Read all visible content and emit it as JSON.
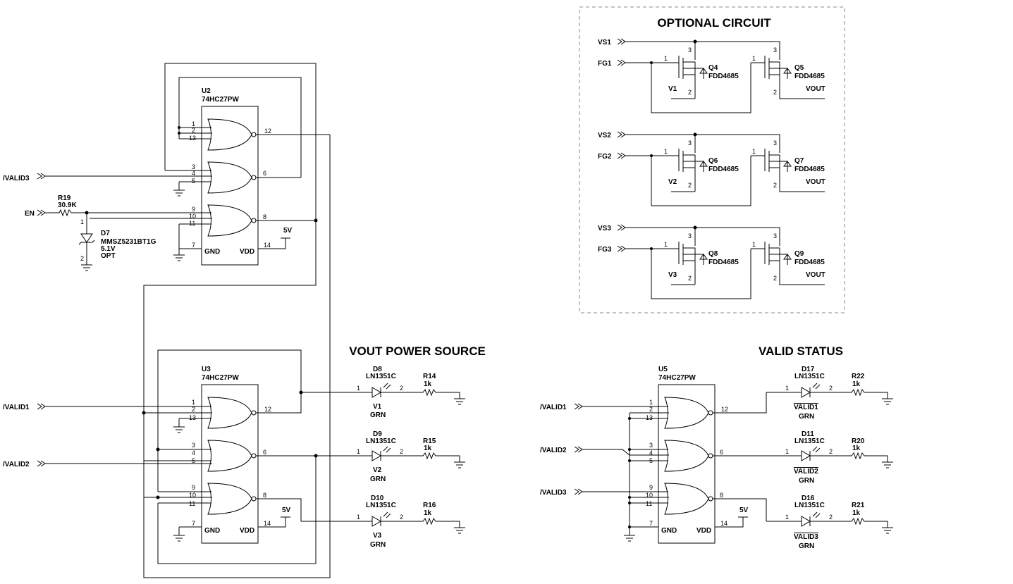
{
  "titles": {
    "optional": "OPTIONAL CIRCUIT",
    "vout": "VOUT POWER SOURCE",
    "valid": "VALID STATUS"
  },
  "ics": {
    "u2": {
      "ref": "U2",
      "part": "74HC27PW",
      "gnd": "GND",
      "vdd": "VDD"
    },
    "u3": {
      "ref": "U3",
      "part": "74HC27PW",
      "gnd": "GND",
      "vdd": "VDD"
    },
    "u5": {
      "ref": "U5",
      "part": "74HC27PW",
      "gnd": "GND",
      "vdd": "VDD"
    }
  },
  "pins": {
    "p1": "1",
    "p2": "2",
    "p3": "3",
    "p4": "4",
    "p5": "5",
    "p6": "6",
    "p7": "7",
    "p8": "8",
    "p9": "9",
    "p10": "10",
    "p11": "11",
    "p12": "12",
    "p13": "13",
    "p14": "14"
  },
  "nets": {
    "valid1": "/VALID1",
    "valid2": "/VALID2",
    "valid3": "/VALID3",
    "en": "EN",
    "v5": "5V",
    "vout": "VOUT",
    "vs1": "VS1",
    "vs2": "VS2",
    "vs3": "VS3",
    "fg1": "FG1",
    "fg2": "FG2",
    "fg3": "FG3",
    "v1": "V1",
    "v2": "V2",
    "v3": "V3"
  },
  "parts": {
    "r19": {
      "ref": "R19",
      "value": "30.9K"
    },
    "d7": {
      "ref": "D7",
      "part": "MMSZ5231BT1G",
      "voltage": "5.1V",
      "note": "OPT"
    },
    "q4": {
      "ref": "Q4",
      "part": "FDD4685"
    },
    "q5": {
      "ref": "Q5",
      "part": "FDD4685"
    },
    "q6": {
      "ref": "Q6",
      "part": "FDD4685"
    },
    "q7": {
      "ref": "Q7",
      "part": "FDD4685"
    },
    "q8": {
      "ref": "Q8",
      "part": "FDD4685"
    },
    "q9": {
      "ref": "Q9",
      "part": "FDD4685"
    },
    "d8": {
      "ref": "D8",
      "part": "LN1351C",
      "net": "V1",
      "color": "GRN"
    },
    "d9": {
      "ref": "D9",
      "part": "LN1351C",
      "net": "V2",
      "color": "GRN"
    },
    "d10": {
      "ref": "D10",
      "part": "LN1351C",
      "net": "V3",
      "color": "GRN"
    },
    "d17": {
      "ref": "D17",
      "part": "LN1351C",
      "net": "VALID1",
      "color": "GRN"
    },
    "d11": {
      "ref": "D11",
      "part": "LN1351C",
      "net": "VALID2",
      "color": "GRN"
    },
    "d16": {
      "ref": "D16",
      "part": "LN1351C",
      "net": "VALID3",
      "color": "GRN"
    },
    "r14": {
      "ref": "R14",
      "value": "1k"
    },
    "r15": {
      "ref": "R15",
      "value": "1k"
    },
    "r16": {
      "ref": "R16",
      "value": "1k"
    },
    "r22": {
      "ref": "R22",
      "value": "1k"
    },
    "r20": {
      "ref": "R20",
      "value": "1k"
    },
    "r21": {
      "ref": "R21",
      "value": "1k"
    }
  }
}
